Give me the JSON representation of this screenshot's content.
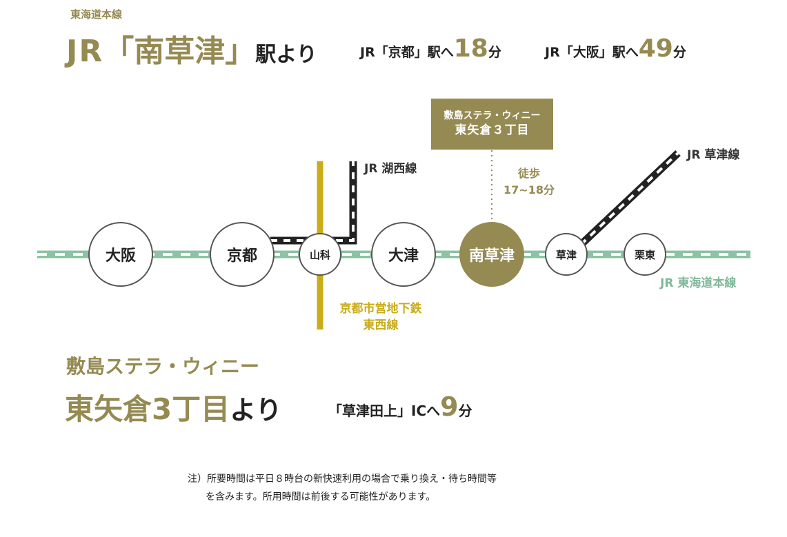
{
  "header": {
    "line_name": "東海道本線",
    "station_prefix": "JR",
    "station_name": "「南草津」",
    "from_suffix": "駅より",
    "trip1_prefix": "JR「京都」駅へ",
    "trip1_minutes": "18",
    "trip1_unit": "分",
    "trip2_prefix": "JR「大阪」駅へ",
    "trip2_minutes": "49",
    "trip2_unit": "分"
  },
  "map": {
    "destination_line1": "敷島ステラ・ウィニー",
    "destination_line2": "東矢倉３丁目",
    "walk_label": "徒歩",
    "walk_time": "17~18分",
    "line_kosei": "JR 湖西線",
    "line_kusatsu": "JR 草津線",
    "line_tokaido": "JR 東海道本線",
    "subway_line1": "京都市営地下鉄",
    "subway_line2": "東西線",
    "stations": {
      "osaka": "大阪",
      "kyoto": "京都",
      "yamashina": "山科",
      "otsu": "大津",
      "minamikusatsu": "南草津",
      "kusatsu": "草津",
      "ritto": "栗東"
    }
  },
  "footer": {
    "sub_heading": "敷島ステラ・ウィニー",
    "origin_name": "東矢倉3丁目",
    "origin_suffix": "より",
    "ic_prefix": "「草津田上」ICへ",
    "ic_minutes": "9",
    "ic_unit": "分",
    "note_line1": "注）所要時間は平日８時台の新快速利用の場合で乗り換え・待ち時間等",
    "note_line2": "を含みます。所用時間は前後する可能性があります。"
  },
  "colors": {
    "accent_olive": "#958a52",
    "tokaido_green": "#8dc2a2",
    "subway_yellow": "#c9ac18",
    "rail_black": "#222222"
  }
}
